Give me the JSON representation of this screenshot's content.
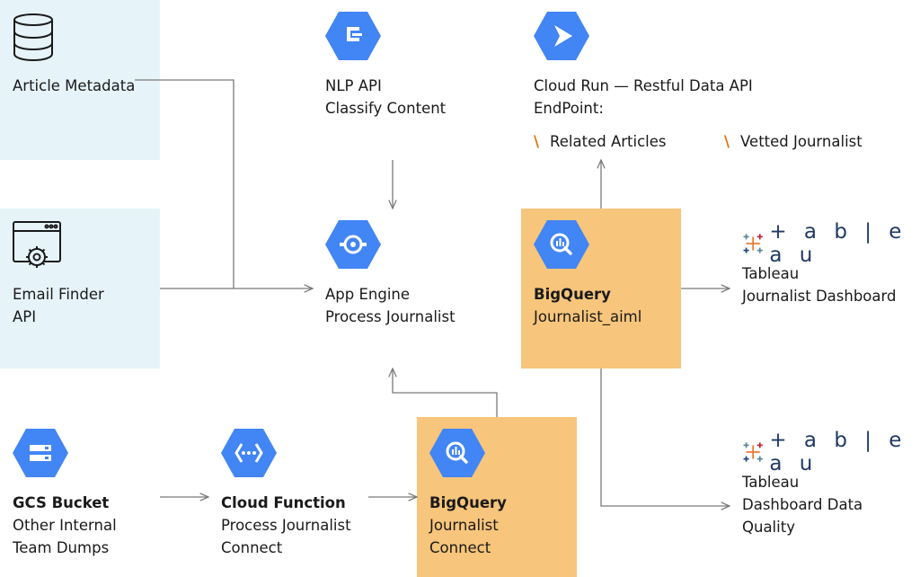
{
  "sources": {
    "article_metadata": {
      "label": "Article Metadata",
      "icon": "database-icon"
    },
    "email_finder": {
      "line1": "Email Finder",
      "line2": "API",
      "icon": "browser-gear-icon"
    },
    "gcs_bucket": {
      "title": "GCS Bucket",
      "line2": "Other Internal",
      "line3": "Team Dumps",
      "icon": "storage-icon"
    }
  },
  "nlp_api": {
    "line1": "NLP API",
    "line2": "Classify Content",
    "icon": "natural-language-icon"
  },
  "app_engine": {
    "line1": "App Engine",
    "line2": "Process Journalist",
    "icon": "app-engine-icon"
  },
  "cloud_function": {
    "title": "Cloud Function",
    "line2": "Process Journalist",
    "line3": "Connect",
    "icon": "cloud-functions-icon"
  },
  "bq_connect": {
    "title": "BigQuery",
    "line2": "Journalist",
    "line3": "Connect",
    "icon": "bigquery-icon"
  },
  "bq_aiml": {
    "title": "BigQuery",
    "line2": "Journalist_aiml",
    "icon": "bigquery-icon"
  },
  "cloud_run": {
    "title": "Cloud Run — Restful Data API",
    "endpoint": "EndPoint:",
    "bullet": "\\",
    "item1": "Related Articles",
    "item2": "Vetted Journalist",
    "icon": "cloud-run-icon"
  },
  "tableau_dash": {
    "logo": "+ a b | e a u",
    "line1": "Tableau",
    "line2": "Journalist Dashboard"
  },
  "tableau_quality": {
    "logo": "+ a b | e a u",
    "line1": "Tableau",
    "line2": "Dashboard Data",
    "line3": "Quality"
  },
  "colors": {
    "gcp_blue": "#4285f4",
    "panel_blue": "#e6f4f9",
    "panel_orange": "#f7c57b",
    "wire": "#7a7a7a"
  }
}
